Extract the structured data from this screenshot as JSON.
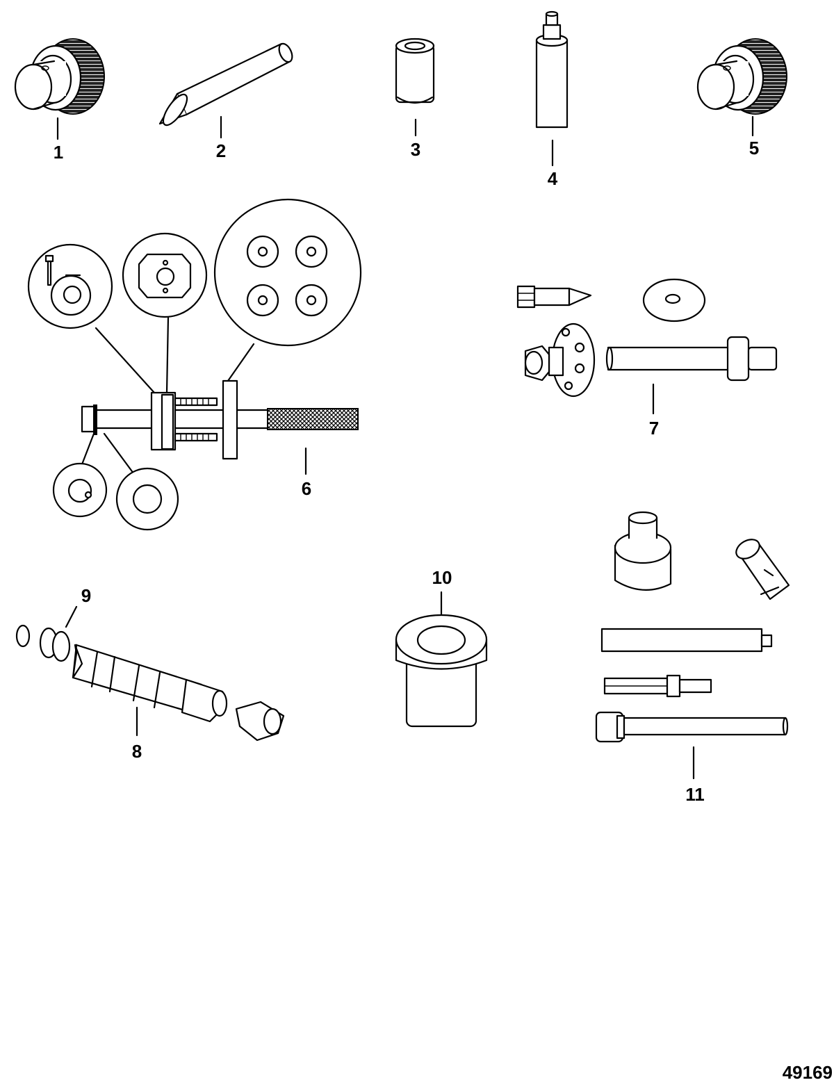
{
  "callouts": {
    "c1": "1",
    "c2": "2",
    "c3": "3",
    "c4": "4",
    "c5": "5",
    "c6": "6",
    "c7": "7",
    "c8": "8",
    "c9": "9",
    "c10": "10",
    "c11": "11"
  },
  "figure_number": "49169"
}
